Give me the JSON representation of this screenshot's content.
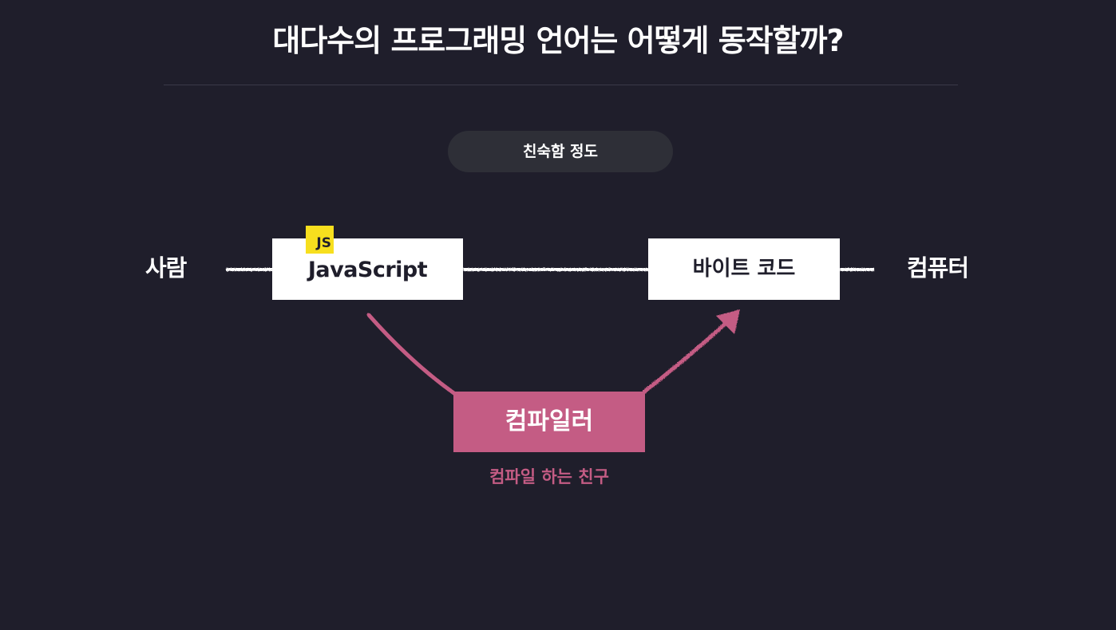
{
  "title": "대다수의 프로그래밍 언어는 어떻게 동작할까?",
  "pill_label": "친숙함 정도",
  "nodes": {
    "left_end": "사람",
    "javascript": "JavaScript",
    "js_badge": "JS",
    "bytecode": "바이트 코드",
    "right_end": "컴퓨터",
    "compiler": "컴파일러",
    "compiler_caption": "컴파일 하는 친구"
  },
  "colors": {
    "background": "#1f1e2b",
    "node_fill": "#ffffff",
    "compiler_fill": "#c45c84",
    "js_badge": "#f7df1e",
    "pill": "#2e2f37"
  }
}
